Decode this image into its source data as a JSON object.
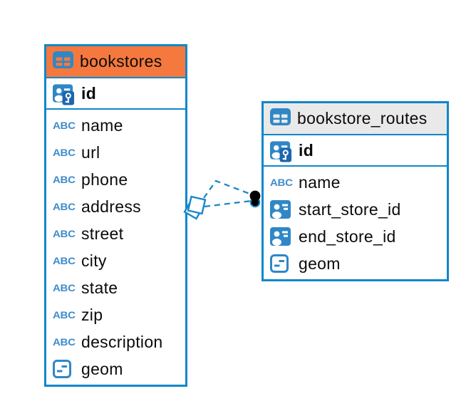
{
  "canvas": {
    "background": "#ffffff",
    "type": "entity-relationship-diagram"
  },
  "colors": {
    "table_border": "#0F87CB",
    "selected_header_bg": "#F5793E",
    "header_bg": "#E9E9E9",
    "icon_blue": "#2F87C7",
    "icon_dark_blue": "#1C66AF",
    "relationship_line": "#1B87C9",
    "text": "#0b0b0b"
  },
  "icons": {
    "text_type_label": "ABC"
  },
  "tables": [
    {
      "name": "bookstores",
      "selected": true,
      "primary_key": {
        "name": "id",
        "icon": "primary-key"
      },
      "columns": [
        {
          "name": "name",
          "type": "text"
        },
        {
          "name": "url",
          "type": "text"
        },
        {
          "name": "phone",
          "type": "text"
        },
        {
          "name": "address",
          "type": "text"
        },
        {
          "name": "street",
          "type": "text"
        },
        {
          "name": "city",
          "type": "text"
        },
        {
          "name": "state",
          "type": "text"
        },
        {
          "name": "zip",
          "type": "text"
        },
        {
          "name": "description",
          "type": "text"
        },
        {
          "name": "geom",
          "type": "geometry"
        }
      ]
    },
    {
      "name": "bookstore_routes",
      "selected": false,
      "primary_key": {
        "name": "id",
        "icon": "primary-key"
      },
      "columns": [
        {
          "name": "name",
          "type": "text"
        },
        {
          "name": "start_store_id",
          "type": "reference"
        },
        {
          "name": "end_store_id",
          "type": "reference"
        },
        {
          "name": "geom",
          "type": "geometry"
        }
      ]
    }
  ],
  "relationships": [
    {
      "from_table": "bookstores",
      "to_table": "bookstore_routes",
      "style": "dashed",
      "start_marker": "diamond",
      "end_marker": "dot"
    },
    {
      "from_table": "bookstores",
      "to_table": "bookstore_routes",
      "style": "dashed",
      "start_marker": "diamond",
      "end_marker": "dot"
    }
  ]
}
